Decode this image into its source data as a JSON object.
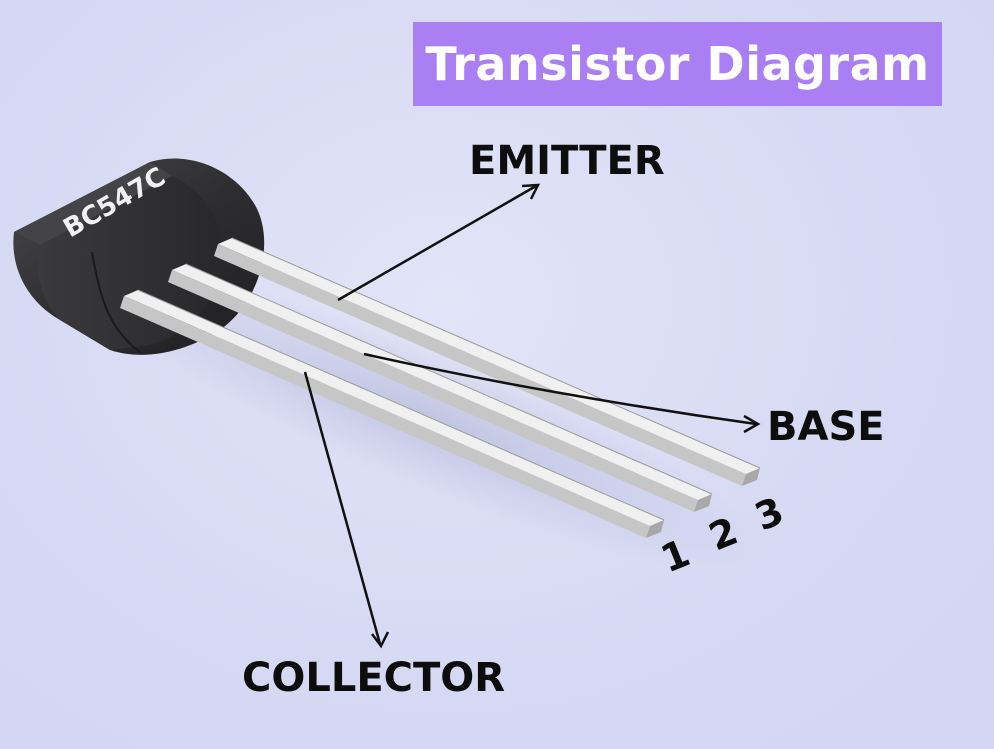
{
  "title": "Transistor Diagram",
  "component_marking": "BC547C",
  "labels": {
    "emitter": "EMITTER",
    "base": "BASE",
    "collector": "COLLECTOR"
  },
  "pin_numbers": [
    "1",
    "2",
    "3"
  ],
  "colors": {
    "background": "#d8dbf4",
    "title_banner": "#a97ff3",
    "title_text": "#ffffff",
    "transistor_body": "#2f2f31",
    "leads": "#d9d9d9",
    "label_text": "#0d0d0d"
  }
}
